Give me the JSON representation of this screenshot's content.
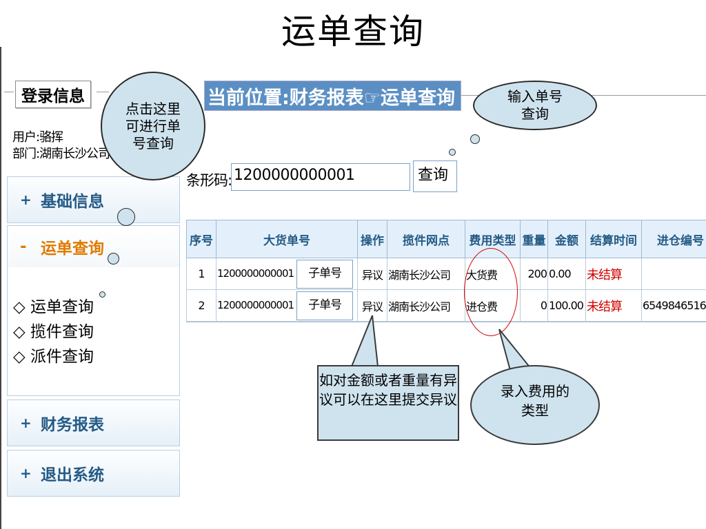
{
  "slide_title": "运单查询",
  "login": {
    "legend": "登录信息",
    "user_line": "用户:骆挥",
    "dept_line": "部门:湖南长沙公司"
  },
  "menu": {
    "basic_info": {
      "symbol": "+",
      "label": "基础信息"
    },
    "waybill_query": {
      "symbol": "-",
      "label": "运单查询"
    },
    "sub_items": [
      "◇ 运单查询",
      "◇ 揽件查询",
      "◇ 派件查询"
    ],
    "finance_report": {
      "symbol": "+",
      "label": "财务报表"
    },
    "logout": {
      "symbol": "+",
      "label": "退出系统"
    }
  },
  "breadcrumb": "当前位置:财务报表☞运单查询",
  "search": {
    "label": "条形码:",
    "value": "1200000000001",
    "button": "查询"
  },
  "table": {
    "headers": [
      "序号",
      "大货单号",
      "操作",
      "揽件网点",
      "费用类型",
      "重量",
      "金额",
      "结算时间",
      "进仓编号"
    ],
    "rows": [
      {
        "seq": "1",
        "waybill": "1200000000001",
        "sub_button": "子单号",
        "action": "异议",
        "outlet": "湖南长沙公司",
        "fee_type": "大货费",
        "weight": "200",
        "amount": "0.00",
        "settle": "未结算",
        "warehouse": ""
      },
      {
        "seq": "2",
        "waybill": "1200000000001",
        "sub_button": "子单号",
        "action": "异议",
        "outlet": "湖南长沙公司",
        "fee_type": "进仓费",
        "weight": "0",
        "amount": "100.00",
        "settle": "未结算",
        "warehouse": "6549846516"
      }
    ]
  },
  "callouts": {
    "click_here": "点击这里可进行单号查询",
    "input_number": "输入单号查询",
    "dispute": "如对金额或者重量有异议可以在这里提交异议",
    "fee_type": "录入费用的类型"
  },
  "colors": {
    "header_blue": "#245a85",
    "breadcrumb_bg": "#5b8fc4",
    "callout_fill": "#cfe3ee",
    "active_menu": "#e07a00",
    "unsettled_red": "#d00000"
  }
}
